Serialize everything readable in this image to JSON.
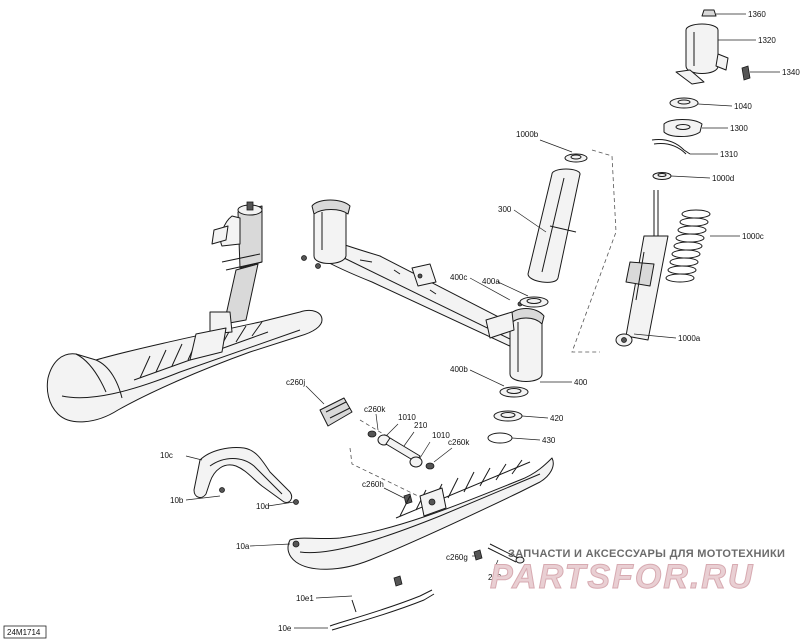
{
  "diagram_code": "24M1714",
  "watermark": {
    "caption": "ЗАПЧАСТИ И АКСЕССУАРЫ ДЛЯ МОТОТЕХНИКИ",
    "logo": "PARTSFOR.RU"
  },
  "callouts": [
    {
      "id": "1360",
      "text": "1360"
    },
    {
      "id": "1320",
      "text": "1320"
    },
    {
      "id": "1340",
      "text": "1340"
    },
    {
      "id": "1040",
      "text": "1040"
    },
    {
      "id": "1300",
      "text": "1300"
    },
    {
      "id": "1310",
      "text": "1310"
    },
    {
      "id": "1000d",
      "text": "1000d"
    },
    {
      "id": "1000c",
      "text": "1000c"
    },
    {
      "id": "1000a",
      "text": "1000a"
    },
    {
      "id": "1000b",
      "text": "1000b"
    },
    {
      "id": "300",
      "text": "300"
    },
    {
      "id": "400c",
      "text": "400c"
    },
    {
      "id": "400a",
      "text": "400a"
    },
    {
      "id": "400b",
      "text": "400b"
    },
    {
      "id": "400",
      "text": "400"
    },
    {
      "id": "420",
      "text": "420"
    },
    {
      "id": "430",
      "text": "430"
    },
    {
      "id": "c260j",
      "text": "c260j"
    },
    {
      "id": "c260k_a",
      "text": "c260k"
    },
    {
      "id": "1010_a",
      "text": "1010"
    },
    {
      "id": "210",
      "text": "210"
    },
    {
      "id": "1010_b",
      "text": "1010"
    },
    {
      "id": "c260k_b",
      "text": "c260k"
    },
    {
      "id": "c260h",
      "text": "c260h"
    },
    {
      "id": "c260g",
      "text": "c260g"
    },
    {
      "id": "200",
      "text": "200"
    },
    {
      "id": "10c",
      "text": "10c"
    },
    {
      "id": "10b",
      "text": "10b"
    },
    {
      "id": "10d",
      "text": "10d"
    },
    {
      "id": "10a",
      "text": "10a"
    },
    {
      "id": "10e1",
      "text": "10e1"
    },
    {
      "id": "10e",
      "text": "10e"
    }
  ]
}
